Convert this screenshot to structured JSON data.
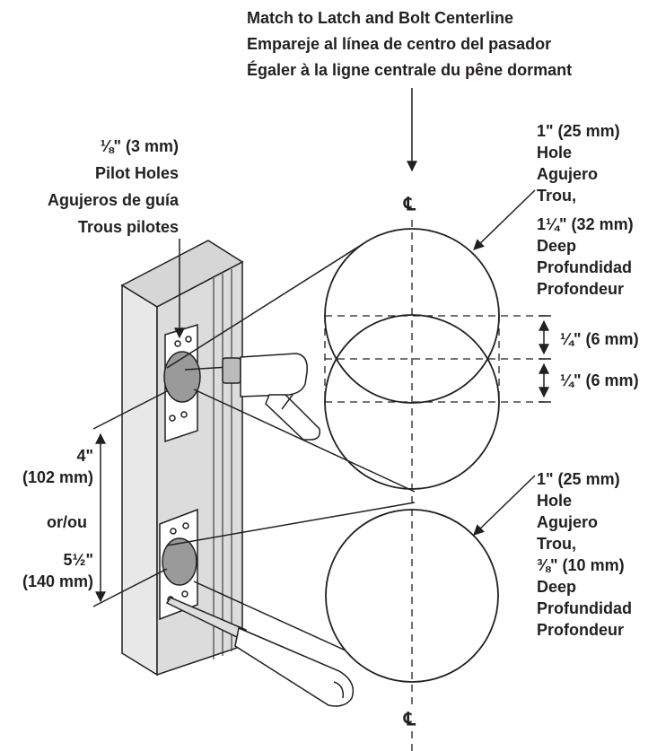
{
  "centerline_note": {
    "lines": [
      "Match to Latch and Bolt Centerline",
      "Empareje al línea de centro del pasador",
      "Égaler à la ligne centrale du pêne dormant"
    ]
  },
  "pilot_holes": {
    "lines": [
      "⅛\" (3 mm)",
      "Pilot Holes",
      "Agujeros de guía",
      "Trous pilotes"
    ]
  },
  "upper_hole": {
    "lines": [
      "1\" (25 mm)",
      "Hole",
      "Agujero",
      "Trou,",
      "1¼\" (32 mm)",
      "Deep",
      "Profundidad",
      "Profondeur"
    ]
  },
  "offsets": {
    "upper": "¼\" (6 mm)",
    "lower": "¼\" (6 mm)"
  },
  "lower_hole": {
    "lines": [
      "1\" (25 mm)",
      "Hole",
      "Agujero",
      "Trou,",
      "⅜\" (10 mm)",
      "Deep",
      "Profundidad",
      "Profondeur"
    ]
  },
  "spacing": {
    "lines_top": [
      "4\"",
      "(102 mm)"
    ],
    "or": "or/ou",
    "lines_bottom": [
      "5½\"",
      "(140 mm)"
    ]
  },
  "centerline_symbol": "℄",
  "colors": {
    "ink": "#231f20",
    "door_face": "#e3e3e3",
    "door_edge": "#c9c9c9",
    "door_top": "#d6d6d6"
  }
}
